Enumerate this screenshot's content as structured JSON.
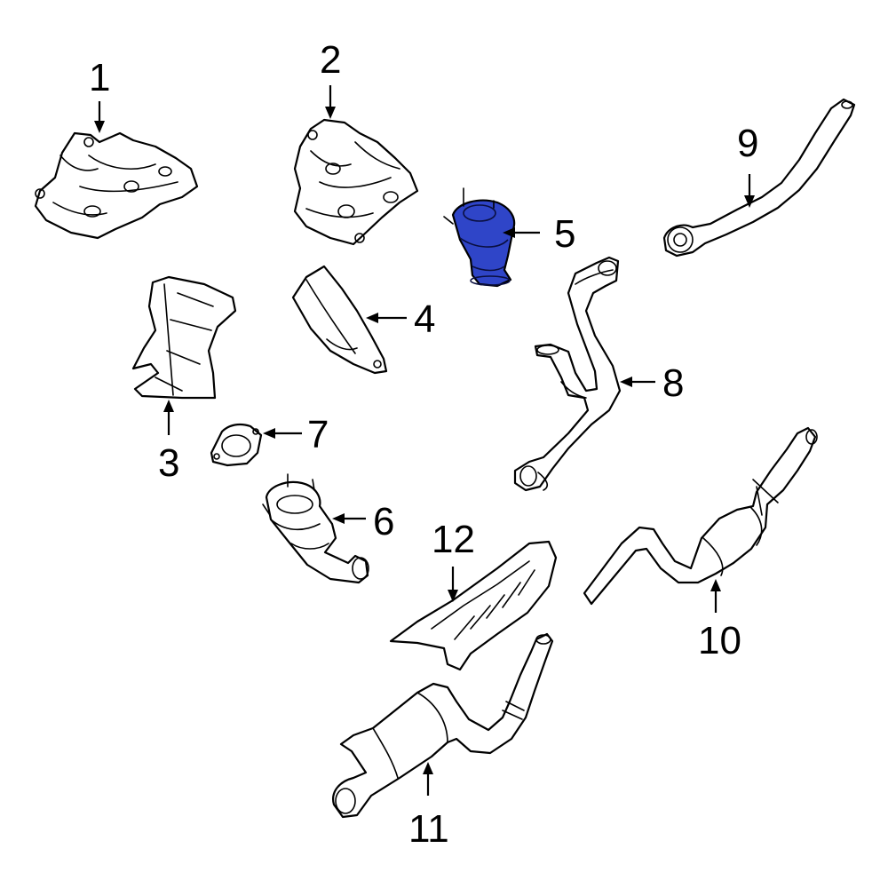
{
  "diagram": {
    "highlight_color": "#2f45c8",
    "highlighted_part": "5",
    "callouts": [
      "1",
      "2",
      "3",
      "4",
      "5",
      "6",
      "7",
      "8",
      "9",
      "10",
      "11",
      "12"
    ]
  }
}
